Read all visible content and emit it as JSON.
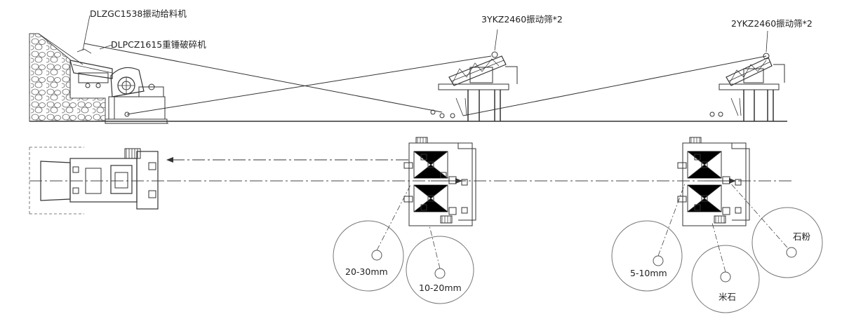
{
  "labels": {
    "feeder": "DLZGC1538振动给料机",
    "crusher": "DLPCZ1615重锤破碎机",
    "screen_a": "3YKZ2460振动筛*2",
    "screen_b": "2YKZ2460振动筛*2"
  },
  "piles": {
    "p1": "20-30mm",
    "p2": "10-20mm",
    "p3": "5-10mm",
    "p4": "米石",
    "p5": "石粉"
  },
  "colors": {
    "line": "#333333",
    "thin": "#555555",
    "pile": "#777777"
  }
}
